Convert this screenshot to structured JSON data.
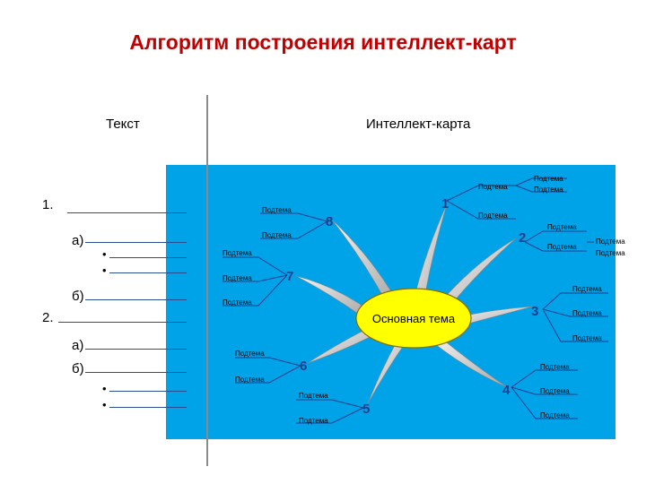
{
  "title": "Алгоритм построения интеллект-карт",
  "headers": {
    "text": "Текст",
    "map": "Интеллект-карта"
  },
  "outline": {
    "item1": "1.",
    "item1_a": "а)",
    "item1_b": "б)",
    "item2": "2.",
    "item2_a": "а)",
    "item2_b": "б)",
    "bullet": "•"
  },
  "mind_map": {
    "center": "Основная тема",
    "branches": [
      {
        "number": "1",
        "subtopics": [
          "Подтема",
          "Подтема",
          "Подтема",
          "Подтема"
        ]
      },
      {
        "number": "2",
        "subtopics": [
          "Подтема",
          "Подтема",
          "Подтема",
          "Подтема"
        ]
      },
      {
        "number": "3",
        "subtopics": [
          "Подтема",
          "Подтема",
          "Подтема"
        ]
      },
      {
        "number": "4",
        "subtopics": [
          "Подтема",
          "Подтема",
          "Подтема"
        ]
      },
      {
        "number": "5",
        "subtopics": [
          "Подтема",
          "Подтема"
        ]
      },
      {
        "number": "6",
        "subtopics": [
          "Подтема",
          "Подтема"
        ]
      },
      {
        "number": "7",
        "subtopics": [
          "Подтема",
          "Подтема",
          "Подтема"
        ]
      },
      {
        "number": "8",
        "subtopics": [
          "Подтема",
          "Подтема"
        ]
      }
    ]
  },
  "colors": {
    "title": "#c00000",
    "map_background": "#00a2e8",
    "center_fill": "#ffff00",
    "branch_number": "#1f3d8c",
    "outline_line": "#2a4e8f"
  }
}
